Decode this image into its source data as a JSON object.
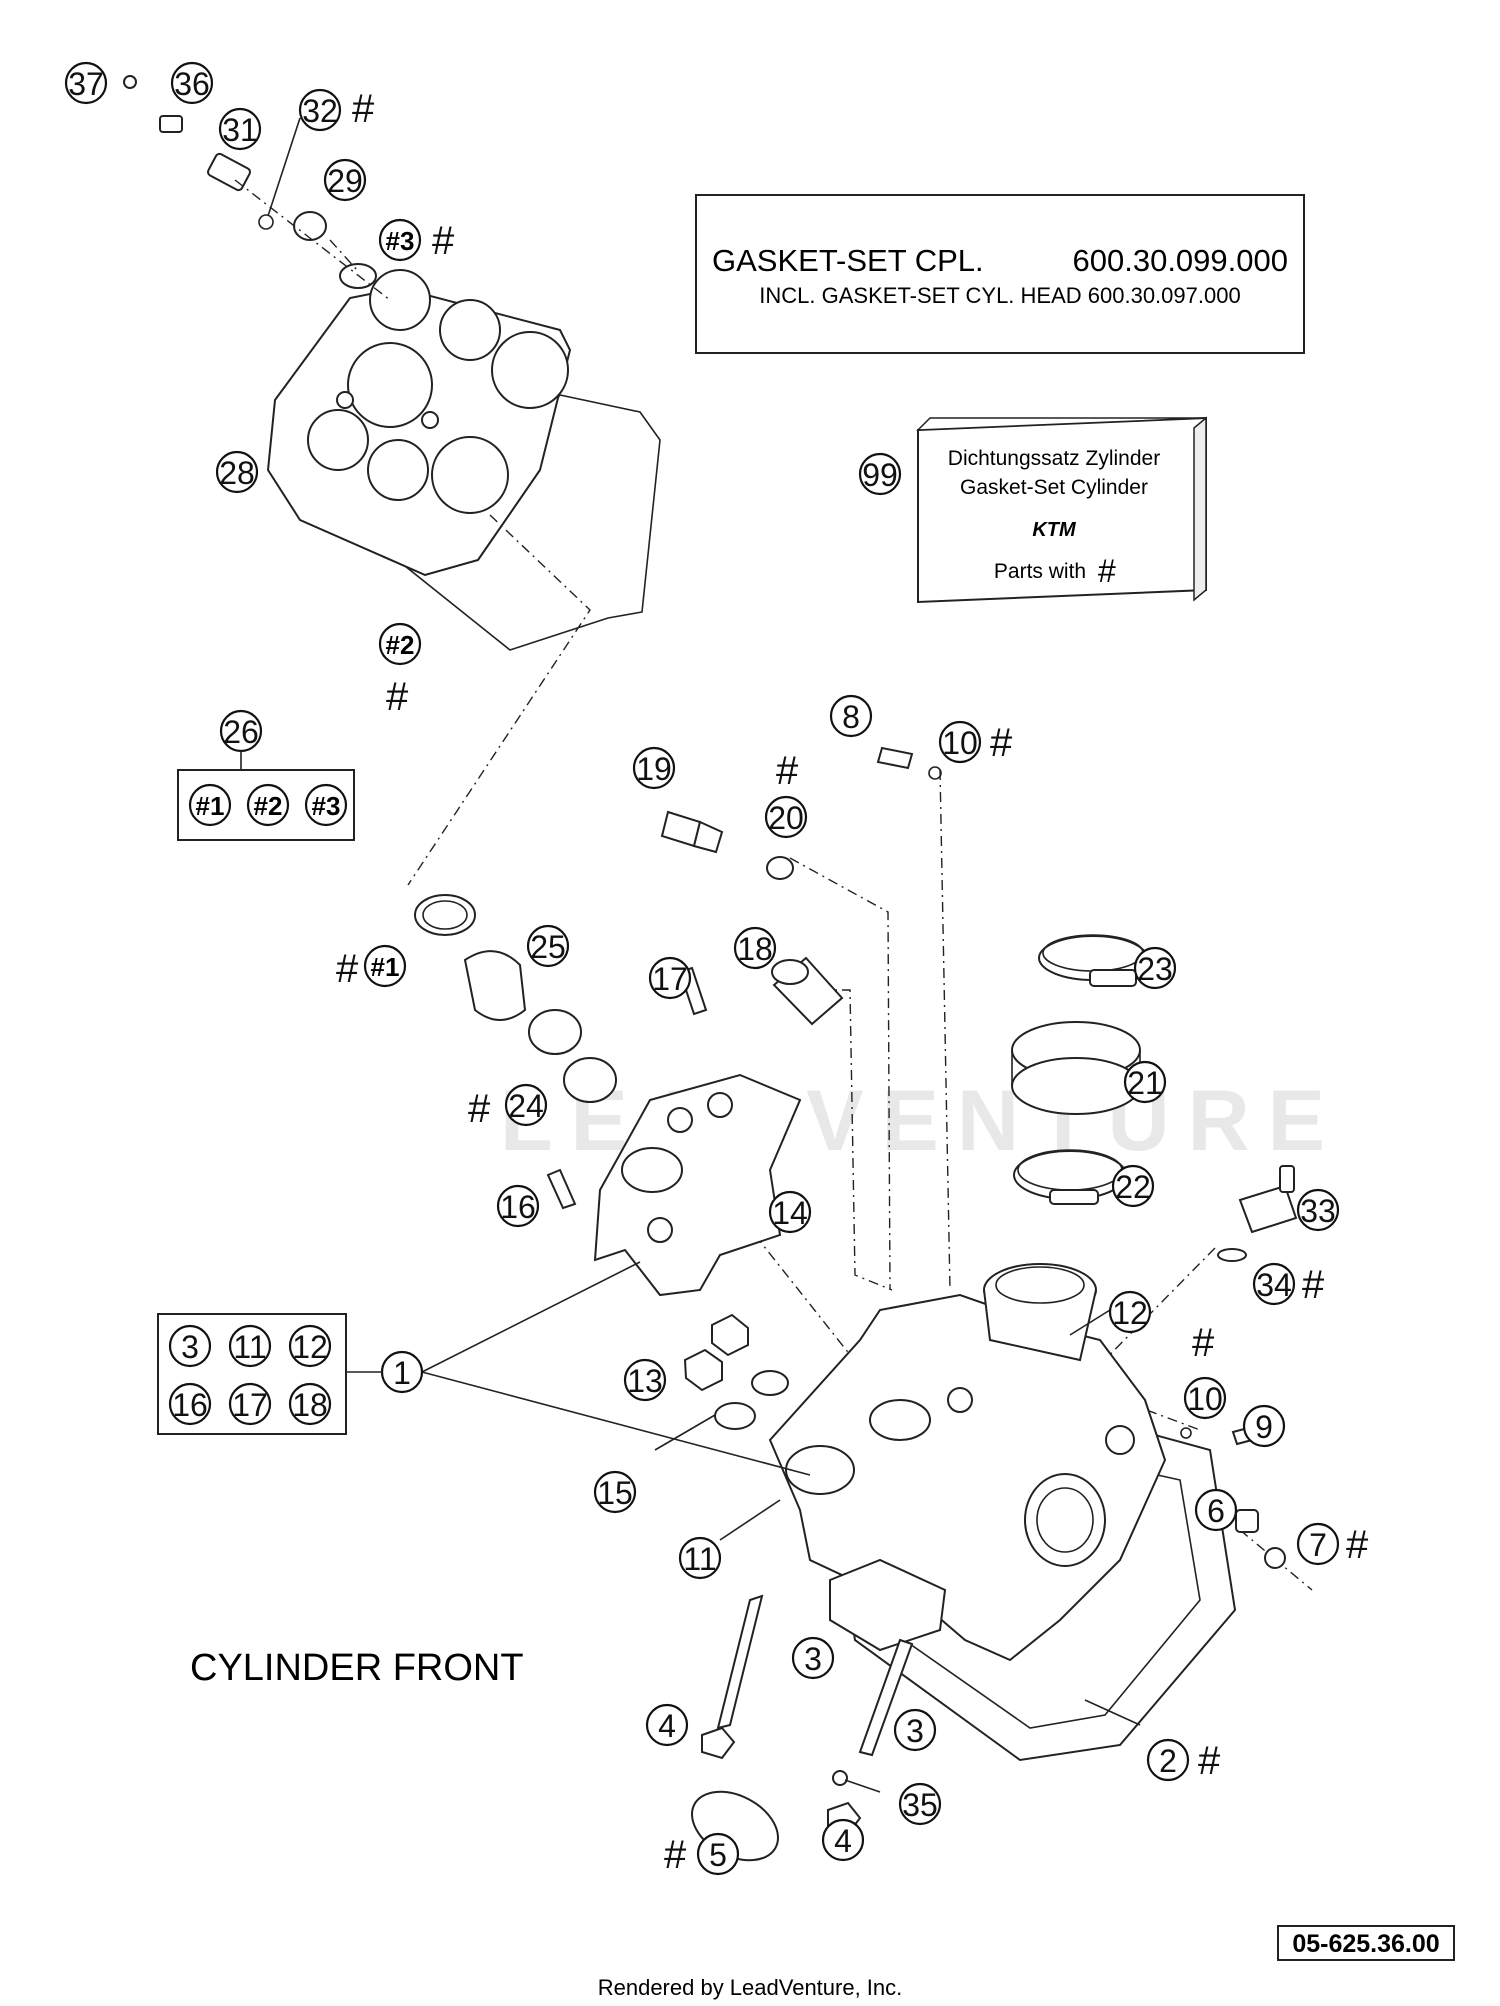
{
  "gasket_box": {
    "line1_label": "GASKET-SET CPL.",
    "line1_number": "600.30.099.000",
    "line2": "INCL. GASKET-SET CYL. HEAD 600.30.097.000"
  },
  "kit_box": {
    "callout": "99",
    "line1": "Dichtungssatz Zylinder",
    "line2": "Gasket-Set Cylinder",
    "logo_text": "KTM",
    "line3": "Parts with",
    "hash": "#"
  },
  "callouts": {
    "c1": "1",
    "c2": "2",
    "c3a": "3",
    "c3b": "3",
    "c4a": "4",
    "c4b": "4",
    "c5": "5",
    "c6": "6",
    "c7": "7",
    "c8": "8",
    "c9": "9",
    "c10a": "10",
    "c10b": "10",
    "c11": "11",
    "c12": "12",
    "c13": "13",
    "c14": "14",
    "c15": "15",
    "c16": "16",
    "c17": "17",
    "c18": "18",
    "c19": "19",
    "c20": "20",
    "c21": "21",
    "c22": "22",
    "c23": "23",
    "c24": "24",
    "c25": "25",
    "c26": "26",
    "c28": "28",
    "c29": "29",
    "c31": "31",
    "c32": "32",
    "c33": "33",
    "c34": "34",
    "c35": "35",
    "c36": "36",
    "c37": "37"
  },
  "set_refs": {
    "s1": "#1",
    "s2": "#2",
    "s3": "#3"
  },
  "group_box": [
    "3",
    "11",
    "12",
    "16",
    "17",
    "18"
  ],
  "hash_mark": "#",
  "front_label": "CYLINDER FRONT",
  "diagram_number": "05-625.36.00",
  "footer": "Rendered by LeadVenture, Inc.",
  "watermark": "LEADVENTURE"
}
